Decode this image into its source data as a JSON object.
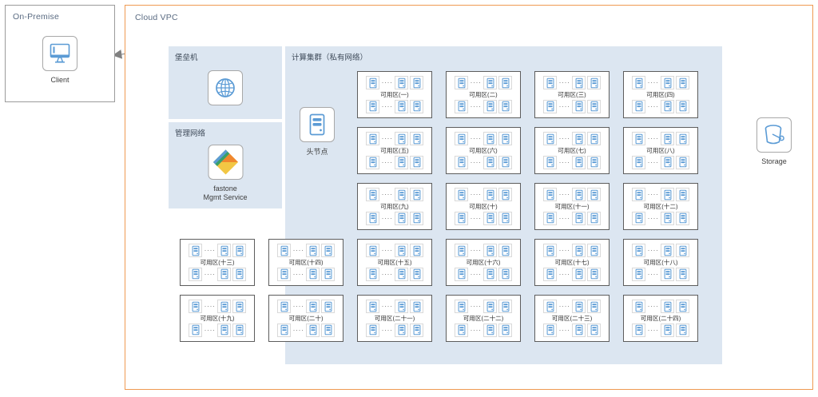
{
  "diagram": {
    "on_premise": {
      "title": "On-Premise",
      "client": {
        "label": "Client",
        "icon": "monitor-icon"
      }
    },
    "cloud_vpc": {
      "title": "Cloud VPC",
      "bastion": {
        "title": "堡垒机",
        "icon": "globe-icon"
      },
      "mgmt_network": {
        "title": "管理网络",
        "service_label_line1": "fastone",
        "service_label_line2": "Mgmt Service",
        "icon": "fastone-logo-icon"
      },
      "compute_cluster": {
        "title": "计算集群（私有网络）",
        "head_node": {
          "label": "头节点",
          "icon": "server-icon"
        },
        "dots": "····",
        "az_rows": [
          {
            "offset": "right",
            "cells": [
              "可用区(一)",
              "可用区(二)",
              "可用区(三)",
              "可用区(四)"
            ]
          },
          {
            "offset": "right",
            "cells": [
              "可用区(五)",
              "可用区(六)",
              "可用区(七)",
              "可用区(八)"
            ]
          },
          {
            "offset": "right",
            "cells": [
              "可用区(九)",
              "可用区(十)",
              "可用区(十一)",
              "可用区(十二)"
            ]
          },
          {
            "offset": "full",
            "cells": [
              "可用区(十三)",
              "可用区(十四)",
              "可用区(十五)",
              "可用区(十六)",
              "可用区(十七)",
              "可用区(十八)"
            ]
          },
          {
            "offset": "full",
            "cells": [
              "可用区(十九)",
              "可用区(二十)",
              "可用区(二十一)",
              "可用区(二十二)",
              "可用区(二十三)",
              "可用区(二十四)"
            ]
          }
        ]
      },
      "storage": {
        "label": "Storage",
        "icon": "bucket-icon"
      }
    },
    "colors": {
      "vpc_border": "#ef9a52",
      "panel_bg": "#dce6f1",
      "icon_blue": "#5b9bd5",
      "arrow_gray": "#808080",
      "arrow_blue": "#4472c4",
      "box_border": "#9b9b9b",
      "title_text": "#5a6b82"
    }
  }
}
